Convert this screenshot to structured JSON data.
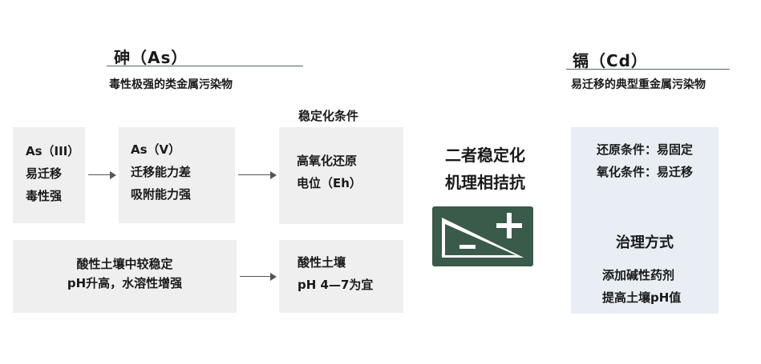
{
  "arsenic": {
    "heading": "砷（As）",
    "subheading": "毒性极强的类金属污染物",
    "box1": [
      "As（III）",
      "易迁移",
      "毒性强"
    ],
    "box2": [
      "As（V）",
      "迁移能力差",
      "吸附能力强"
    ],
    "box3_caption": "稳定化条件",
    "box3": [
      "高氧化还原",
      "电位（Eh）"
    ],
    "box4": [
      "酸性土壤中较稳定",
      "pH升高，水溶性增强"
    ],
    "box5": [
      "酸性土壤",
      "pH 4—7为宜"
    ]
  },
  "center": {
    "lines": [
      "二者稳定化",
      "机理相拮抗"
    ],
    "icon": "plus-minus-balance-icon",
    "icon_color": "#3a5a4a"
  },
  "cadmium": {
    "heading": "镉（Cd）",
    "subheading": "易迁移的典型重金属污染物",
    "conditions": [
      "还原条件：易固定",
      "氧化条件：易迁移"
    ],
    "method_title": "治理方式",
    "methods": [
      "添加碱性药剂",
      "提高土壤pH值"
    ]
  }
}
